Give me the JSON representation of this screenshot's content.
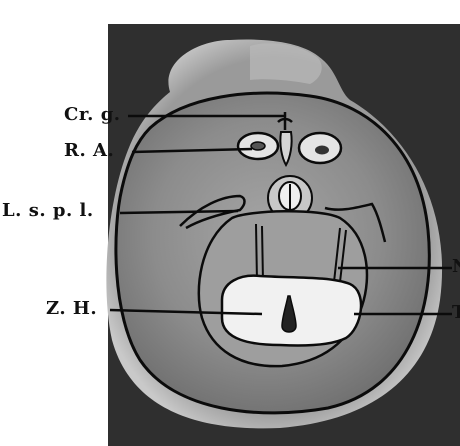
{
  "labels": {
    "cr_g": "Cr. g.",
    "r_a": "R. A.",
    "l_s_p_l": "L. s. p. l.",
    "z_h": "Z. H.",
    "n_cut": "N",
    "t_cut": "T"
  },
  "colors": {
    "background": "#ffffff",
    "photo_dark": "#2f2f2f",
    "specimen_gray": "#8a8a8a",
    "ink": "#0b0b0b",
    "inner_light": "#ececec"
  }
}
